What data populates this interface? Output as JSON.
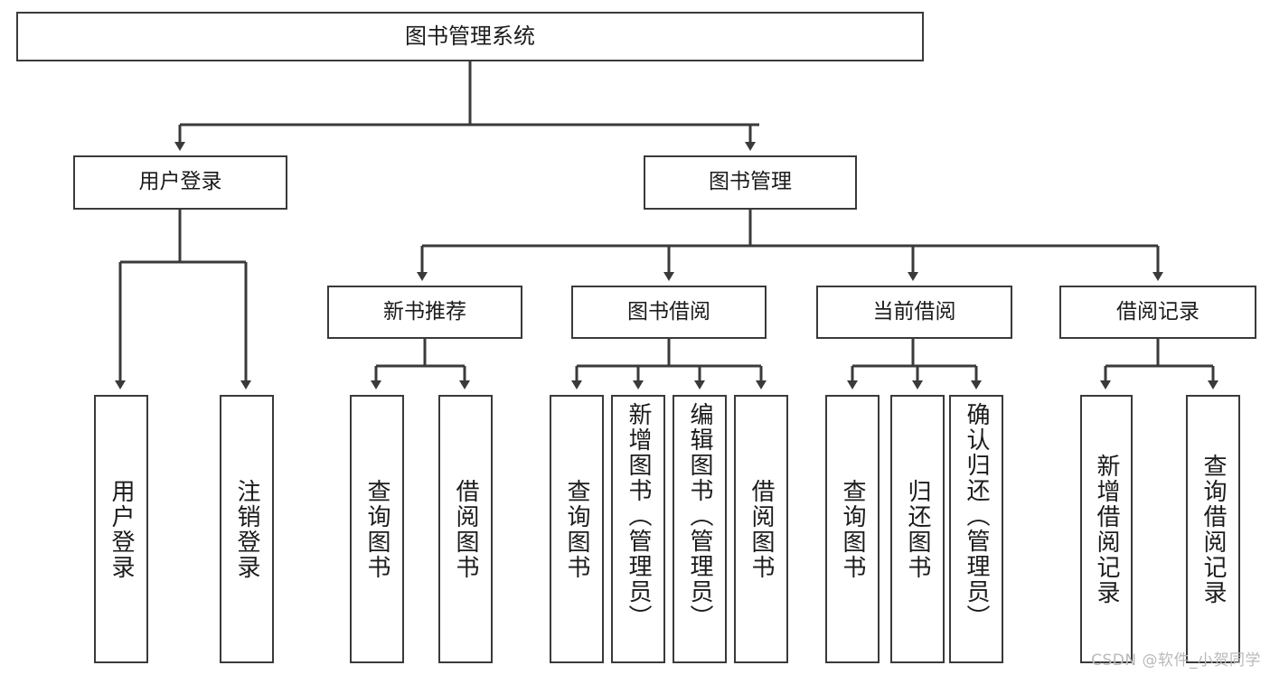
{
  "diagram": {
    "title": "图书管理系统",
    "watermark": "CSDN @软件_小贺同学",
    "line_color": "#3a3a3a",
    "box_fill": "#ffffff",
    "text_color": "#1b1b1b",
    "root": {
      "label": "图书管理系统"
    },
    "level2": [
      {
        "label": "用户登录"
      },
      {
        "label": "图书管理"
      }
    ],
    "level3": [
      {
        "label": "新书推荐"
      },
      {
        "label": "图书借阅"
      },
      {
        "label": "当前借阅"
      },
      {
        "label": "借阅记录"
      }
    ],
    "leaves": {
      "user_login": [
        {
          "label": "用户登录"
        },
        {
          "label": "注销登录"
        }
      ],
      "new_book": [
        {
          "label": "查询图书"
        },
        {
          "label": "借阅图书"
        }
      ],
      "book_borrow": [
        {
          "label": "查询图书"
        },
        {
          "label": "新增图书（管理员）"
        },
        {
          "label": "编辑图书（管理员）"
        },
        {
          "label": "借阅图书"
        }
      ],
      "current_borrow": [
        {
          "label": "查询图书"
        },
        {
          "label": "归还图书"
        },
        {
          "label": "确认归还（管理员）"
        }
      ],
      "borrow_record": [
        {
          "label": "新增借阅记录"
        },
        {
          "label": "查询借阅记录"
        }
      ]
    }
  }
}
